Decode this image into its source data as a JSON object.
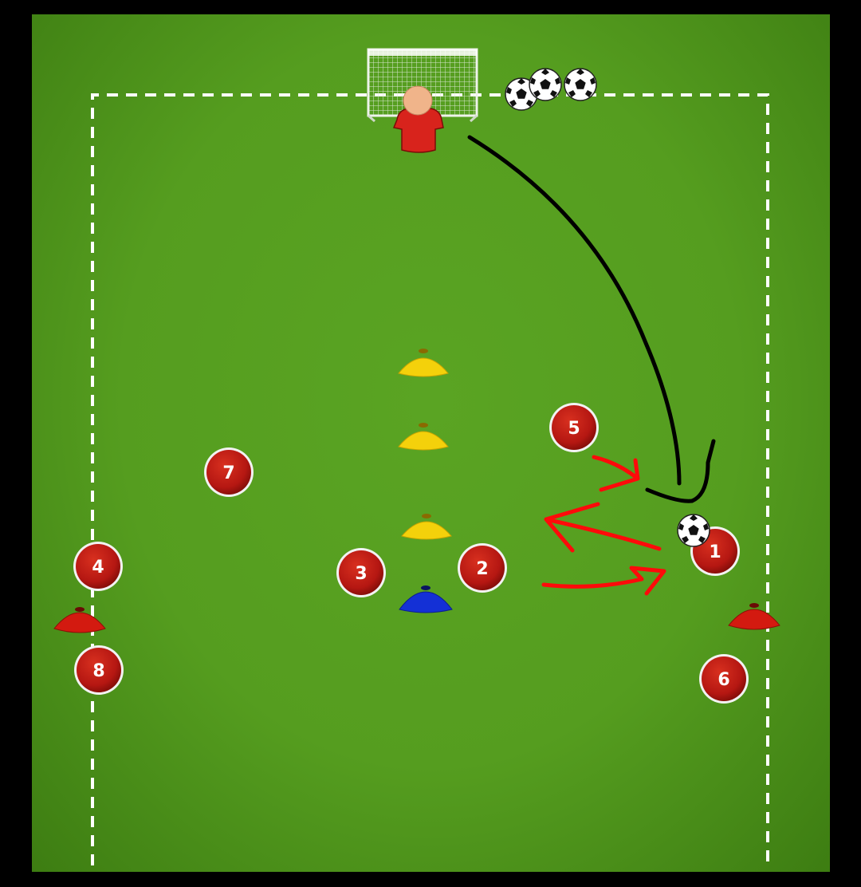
{
  "diagram": {
    "colors": {
      "pitch": "#559d1f",
      "boundary_line": "#ffffff",
      "player_disc": "#b51712",
      "cone_yellow": "#f4d10b",
      "cone_blue": "#1430d6",
      "cone_red": "#d31a10",
      "pass_arrow": "#ff0a0a",
      "run_path": "#000000",
      "goalkeeper_shirt": "#d8231c"
    },
    "players": [
      {
        "id": "p1",
        "label": "1"
      },
      {
        "id": "p2",
        "label": "2"
      },
      {
        "id": "p3",
        "label": "3"
      },
      {
        "id": "p4",
        "label": "4"
      },
      {
        "id": "p5",
        "label": "5"
      },
      {
        "id": "p6",
        "label": "6"
      },
      {
        "id": "p7",
        "label": "7"
      },
      {
        "id": "p8",
        "label": "8"
      }
    ],
    "equipment": {
      "goal": "goal-net",
      "goalkeeper": "goalkeeper-figure",
      "balls": "soccer-ball",
      "cones": [
        "yellow",
        "yellow",
        "yellow",
        "blue",
        "red",
        "red"
      ]
    }
  }
}
